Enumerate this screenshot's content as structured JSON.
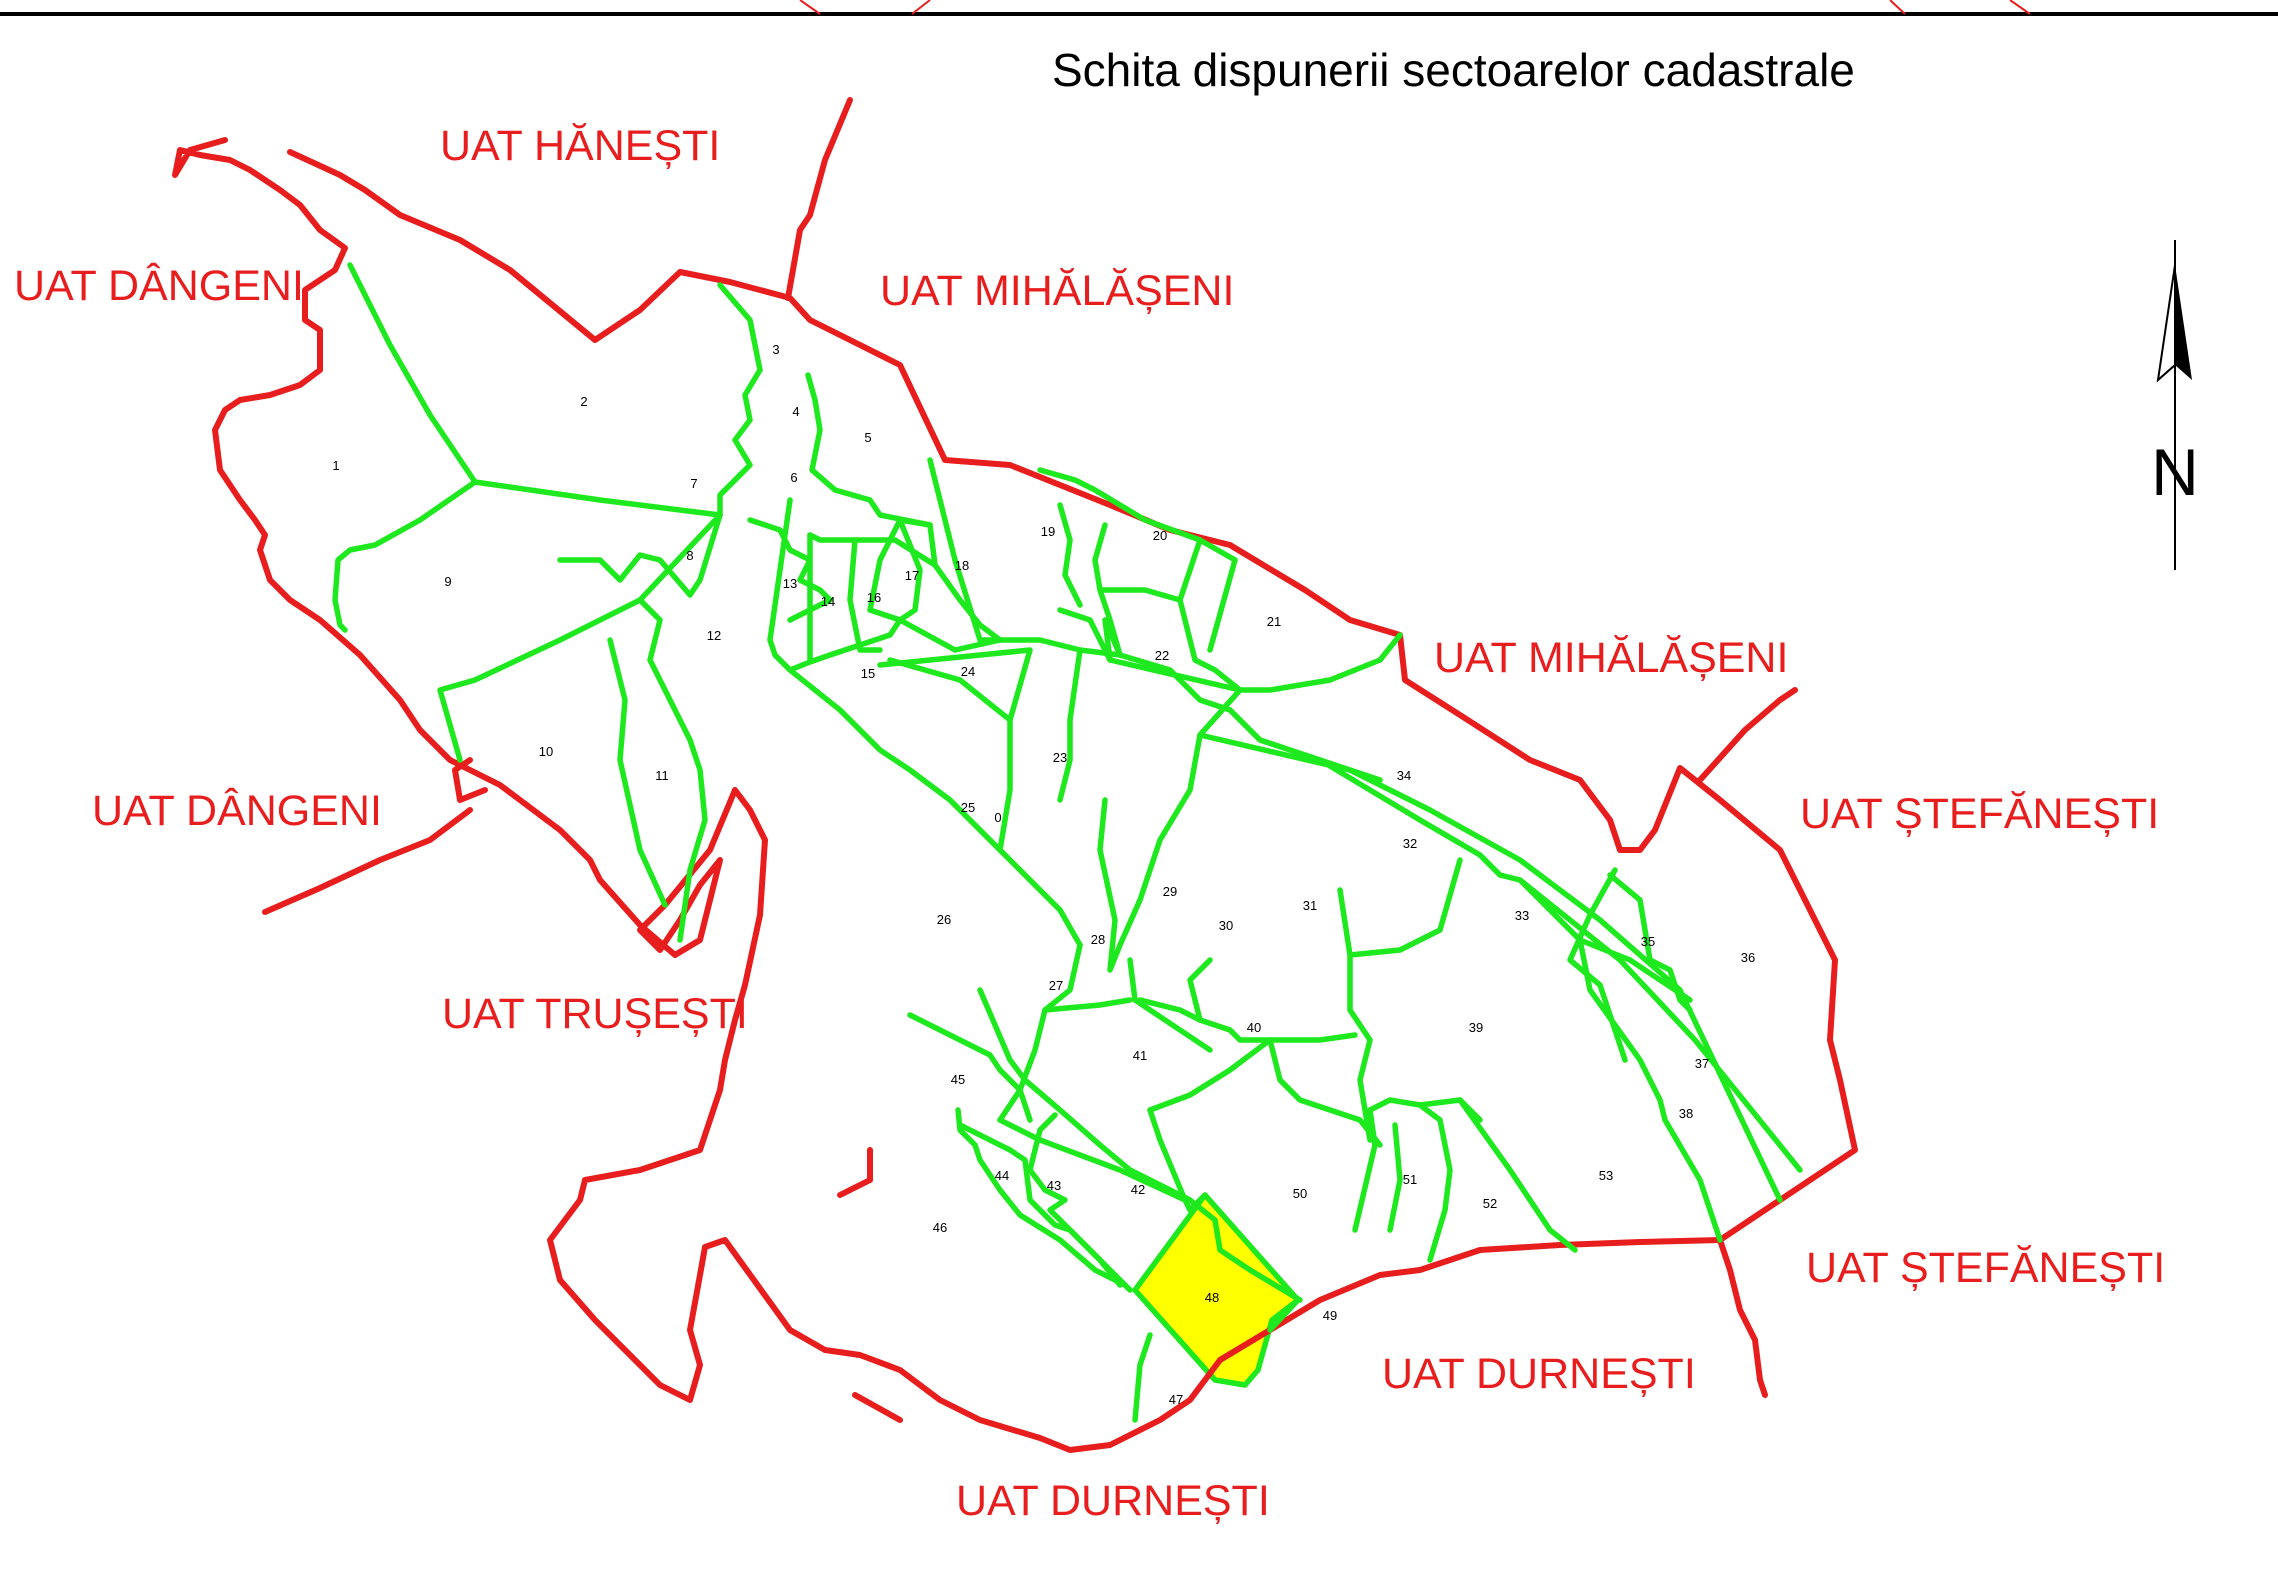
{
  "title": "Schita dispunerii sectoarelor cadastrale",
  "north_label": "N",
  "colors": {
    "uat_border": "#e81e1e",
    "sector_border": "#1ee81e",
    "highlighted_sector": "#ffff00"
  },
  "highlighted_sector": "48",
  "uat_labels": [
    "UAT HĂNEȘTI",
    "UAT DÂNGENI",
    "UAT MIHĂLĂȘENI",
    "UAT MIHĂLĂȘENI",
    "UAT DÂNGENI",
    "UAT ȘTEFĂNEȘTI",
    "UAT TRUȘEȘTI",
    "UAT ȘTEFĂNEȘTI",
    "UAT DURNEȘTI",
    "UAT DURNEȘTI"
  ],
  "sector_labels": [
    "1",
    "2",
    "3",
    "4",
    "5",
    "6",
    "7",
    "8",
    "9",
    "10",
    "11",
    "12",
    "13",
    "14",
    "15",
    "16",
    "17",
    "18",
    "19",
    "20",
    "21",
    "22",
    "23",
    "24",
    "25",
    "0",
    "26",
    "27",
    "28",
    "29",
    "30",
    "31",
    "32",
    "33",
    "34",
    "35",
    "36",
    "37",
    "38",
    "39",
    "40",
    "41",
    "42",
    "43",
    "44",
    "45",
    "46",
    "47",
    "48",
    "49",
    "50",
    "51",
    "52",
    "53"
  ]
}
